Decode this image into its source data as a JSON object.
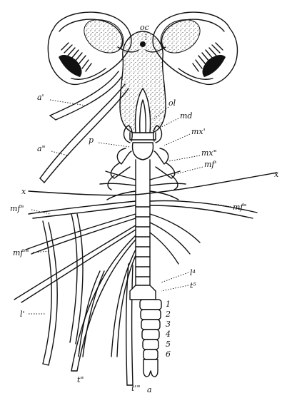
{
  "labels": {
    "oc": "oc",
    "a1": "a'",
    "ol": "ol",
    "md": "md",
    "a2": "a\"",
    "mx1": "mx'",
    "p": "p",
    "mx2": "mx\"",
    "mf1": "mf'",
    "x_left": "x",
    "x_right": "x",
    "mf2_left": "mf\"",
    "mf2_right": "mf\"",
    "mf3": "mf'\"",
    "l4": "l⁴",
    "t5": "t⁵",
    "l1": "l'",
    "seg1": "1",
    "seg2": "2",
    "seg3": "3",
    "seg4": "4",
    "seg5": "5",
    "seg6": "6",
    "t2": "t\"",
    "t3": "t'\"",
    "a": "a"
  },
  "colors": {
    "ink": "#111111",
    "paper": "#ffffff"
  }
}
